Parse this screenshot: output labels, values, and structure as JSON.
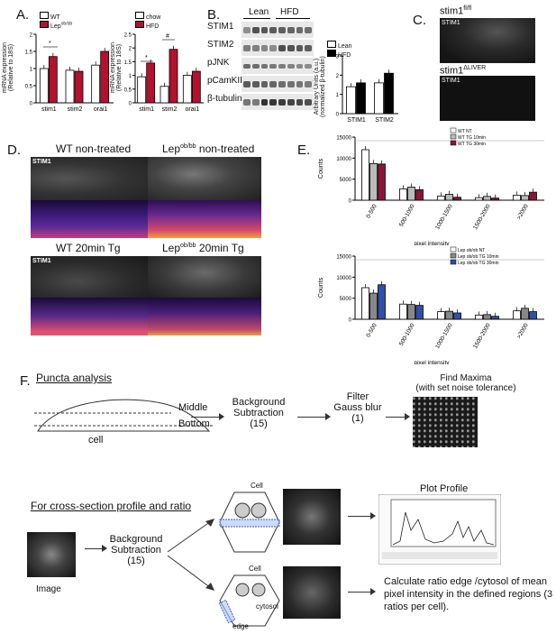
{
  "panels": {
    "A": "A.",
    "B": "B.",
    "C": "C.",
    "D": "D.",
    "E": "E.",
    "F": "F."
  },
  "panelA": {
    "left": {
      "legend": [
        "WT",
        "Lep"
      ],
      "legend_sup": "ob/ob",
      "ylabel_line1": "mRNA expression",
      "ylabel_line2": "(Relative to 18S)",
      "sig": "*"
    },
    "right": {
      "legend": [
        "chow",
        "HFD"
      ],
      "ylabel_line1": "mRNA expression",
      "ylabel_line2": "(Relative to 18S)",
      "sig1": "*",
      "sig2": "#"
    }
  },
  "panelB": {
    "lean": "Lean",
    "hfd": "HFD",
    "blot_labels": [
      "STIM1",
      "STIM2",
      "pJNK",
      "pCamKII",
      "β-tubulin"
    ],
    "legend": [
      "Lean",
      "HFD"
    ],
    "ylabel_line1": "Arbitrary Units (a.u.)",
    "ylabel_line2": "(normalized β-tubulin)"
  },
  "panelC": {
    "title1": "stim1",
    "title1_sup": "fl/fl",
    "title2": "stim1",
    "title2_sup": "ΔLIVER",
    "img1_label": "STIM1",
    "img2_label": "STIM1"
  },
  "panelD": {
    "title_wt_nt": "WT  non-treated",
    "title_lep_nt_prefix": "Lep",
    "title_lep_nt_sup": "ob/bb",
    "title_lep_nt_suffix": " non-treated",
    "title_wt_tg": "WT  20min Tg",
    "title_lep_tg_prefix": "Lep",
    "title_lep_tg_sup": "ob/bb",
    "title_lep_tg_suffix": " 20min Tg",
    "stim1_1": "STIM1",
    "stim1_2": "STIM1"
  },
  "panelF": {
    "puncta_title": "Puncta analysis",
    "middle": "Middle",
    "bottom": "Bottom",
    "cell": "cell",
    "bg_sub_1": "Background",
    "bg_sub_2": "Subtraction",
    "bg_sub_3": "(15)",
    "filter_1": "Filter",
    "filter_2": "Gauss blur",
    "filter_3": "(1)",
    "find_1": "Find Maxima",
    "find_2": "(with set noise tolerance)",
    "cross_title": "For cross-section profile and ratio",
    "image_label": "Image",
    "bg2_1": "Background",
    "bg2_2": "Subtraction",
    "bg2_3": "(15)",
    "cell_top": "Cell",
    "cell_bottom": "Cell",
    "cytosol": "cytosol",
    "edge": "edge",
    "plot_profile": "Plot Profile",
    "ratio_text_1": "Calculate ratio edge /cytosol of mean",
    "ratio_text_2": "pixel intensity in the defined regions (3",
    "ratio_text_3": "ratios per cell)."
  },
  "chart_data": [
    {
      "id": "A-left",
      "type": "bar",
      "categories": [
        "stim1",
        "stim2",
        "orai1"
      ],
      "series": [
        {
          "name": "WT",
          "values": [
            1.0,
            0.95,
            1.1
          ]
        },
        {
          "name": "Lep ob/ob",
          "values": [
            1.35,
            0.92,
            1.5
          ]
        }
      ],
      "ylim": [
        0,
        2.0
      ],
      "yticks": [
        "0",
        "0.5",
        "1",
        "1.5",
        "2"
      ],
      "colors": [
        "#ffffff",
        "#b3122e"
      ]
    },
    {
      "id": "A-right",
      "type": "bar",
      "categories": [
        "stim1",
        "stim2",
        "orai1"
      ],
      "series": [
        {
          "name": "chow",
          "values": [
            0.95,
            0.6,
            1.0
          ]
        },
        {
          "name": "HFD",
          "values": [
            1.45,
            1.95,
            1.15
          ]
        }
      ],
      "ylim": [
        0,
        2.5
      ],
      "yticks": [
        "0",
        "0.5",
        "1",
        "1.5",
        "2",
        "2.5"
      ],
      "colors": [
        "#ffffff",
        "#b3122e"
      ]
    },
    {
      "id": "B",
      "type": "bar",
      "categories": [
        "STIM1",
        "STIM2"
      ],
      "series": [
        {
          "name": "Lean",
          "values": [
            1.4,
            1.6
          ]
        },
        {
          "name": "HFD",
          "values": [
            1.6,
            2.1
          ]
        }
      ],
      "ylim": [
        0,
        3
      ],
      "yticks": [
        "0",
        "1",
        "2",
        "3"
      ],
      "colors": [
        "#ffffff",
        "#000000"
      ]
    },
    {
      "id": "E-top",
      "type": "bar",
      "categories": [
        "0-500",
        "500-1000",
        "1000-1500",
        "1500-2000",
        ">2000"
      ],
      "series": [
        {
          "name": "WT NT",
          "values": [
            12000,
            2700,
            1000,
            600,
            1200
          ]
        },
        {
          "name": "WT TG 10min",
          "values": [
            8700,
            3100,
            1400,
            900,
            1100
          ]
        },
        {
          "name": "WT TG 30min",
          "values": [
            8600,
            2500,
            700,
            500,
            1900
          ]
        }
      ],
      "ylim": [
        0,
        15000
      ],
      "yticks": [
        "0",
        "5000",
        "10000",
        "15000"
      ],
      "ylabel": "Counts",
      "xlabel": "pixel intensity",
      "colors": [
        "#ffffff",
        "#bbbbbb",
        "#8b1538"
      ]
    },
    {
      "id": "E-bottom",
      "type": "bar",
      "categories": [
        "0-500",
        "500-1000",
        "1000-1500",
        "1500-2000",
        ">2000"
      ],
      "series": [
        {
          "name": "Lep ob/ob NT",
          "values": [
            7500,
            3600,
            1800,
            1000,
            2000
          ]
        },
        {
          "name": "Lep ob/ob TG 10min",
          "values": [
            6200,
            3500,
            1900,
            1100,
            2600
          ]
        },
        {
          "name": "Lep ob/ob TG 30min",
          "values": [
            8200,
            3300,
            1500,
            700,
            1800
          ]
        }
      ],
      "ylim": [
        0,
        15000
      ],
      "yticks": [
        "0",
        "5000",
        "10000",
        "15000"
      ],
      "ylabel": "Counts",
      "xlabel": "pixel intensity",
      "colors": [
        "#ffffff",
        "#888888",
        "#2f4fa8"
      ]
    }
  ]
}
